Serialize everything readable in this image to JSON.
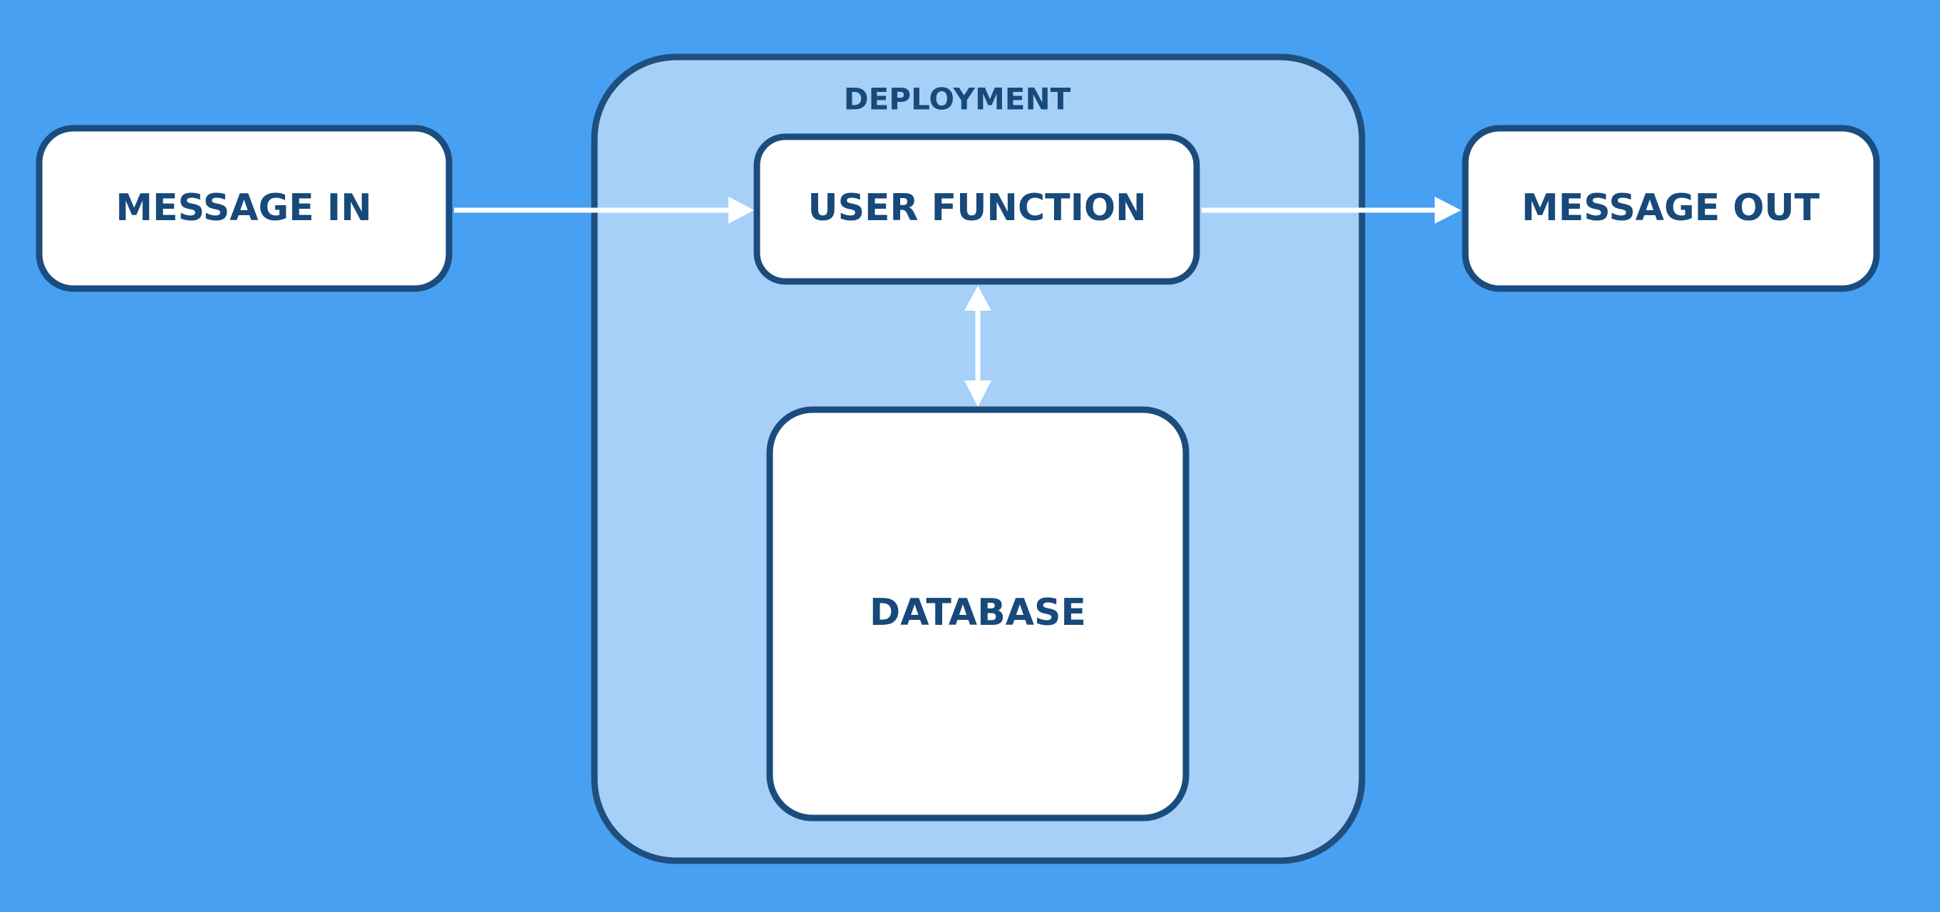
{
  "diagram": {
    "background_color": "#48a0f2",
    "group_fill_color": "#a6d0f8",
    "box_fill_color": "#ffffff",
    "border_color": "#1b4c7e",
    "text_color": "#17497a",
    "arrow_color": "#ffffff",
    "deployment": {
      "label": "DEPLOYMENT"
    },
    "nodes": {
      "message_in": "MESSAGE IN",
      "user_function": "USER FUNCTION",
      "database": "DATABASE",
      "message_out": "MESSAGE OUT"
    },
    "edges": [
      {
        "from": "MESSAGE IN",
        "to": "USER FUNCTION",
        "direction": "one-way"
      },
      {
        "from": "USER FUNCTION",
        "to": "DATABASE",
        "direction": "two-way"
      },
      {
        "from": "USER FUNCTION",
        "to": "MESSAGE OUT",
        "direction": "one-way"
      }
    ]
  }
}
